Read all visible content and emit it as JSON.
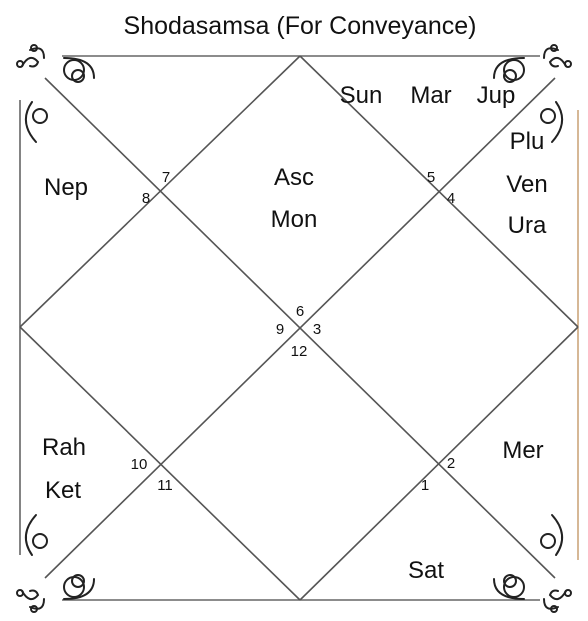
{
  "chart": {
    "title": "Shodasamsa (For Conveyance)",
    "ornament_icon": "fleur-de-lis-scroll-ornament",
    "house_numbers": [
      "1",
      "2",
      "3",
      "4",
      "5",
      "6",
      "7",
      "8",
      "9",
      "10",
      "11",
      "12"
    ],
    "planets": {
      "top_right_row": [
        "Sun",
        "Mar",
        "Jup"
      ],
      "right_upper": [
        "Plu",
        "Ven",
        "Ura"
      ],
      "left_upper": [
        "Nep"
      ],
      "center_upper": [
        "Asc",
        "Mon"
      ],
      "left_lower": [
        "Rah",
        "Ket"
      ],
      "right_lower": [
        "Mer"
      ],
      "bottom": [
        "Sat"
      ]
    },
    "colors": {
      "lines": "#555555",
      "frame_accent": "#c59a6a",
      "text": "#111111"
    }
  }
}
